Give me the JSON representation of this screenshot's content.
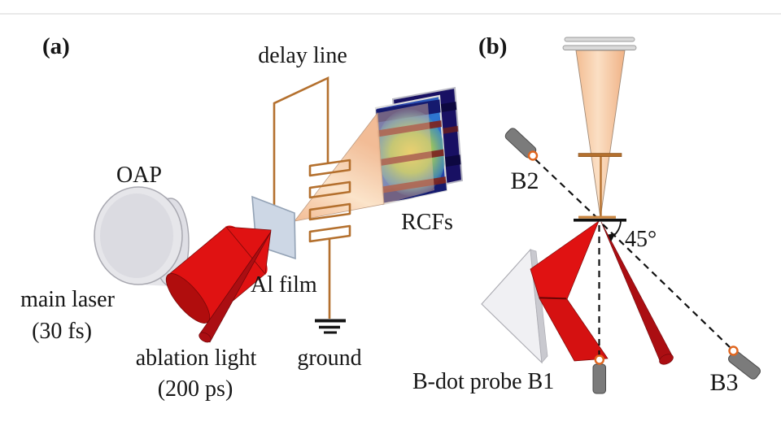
{
  "panel_a": {
    "tag": "(a)",
    "delay_line": "delay line",
    "oap": "OAP",
    "main_laser_line1": "main laser",
    "main_laser_line2": "(30 fs)",
    "al_film": "Al film",
    "ablation_line1": "ablation light",
    "ablation_line2": "(200 ps)",
    "ground": "ground",
    "rcfs": "RCFs"
  },
  "panel_b": {
    "tag": "(b)",
    "probe_b2": "B2",
    "angle": "45°",
    "probe_b1": "B-dot probe B1",
    "probe_b3": "B3"
  },
  "colors": {
    "copper_wire": "#b4702e",
    "laser_red": "#e01212",
    "ablation_red": "#ab0e12",
    "proton_beam_peach": "#f6c9a4",
    "rcf_front_blue": "#2e77d2",
    "rcf_back_navy": "#181063",
    "probe_gray": "#7b7b7b",
    "probe_loop_orange": "#e0661f",
    "al_film_blue": "#cdd7e5",
    "oap_gray": "#e6e6ea"
  }
}
